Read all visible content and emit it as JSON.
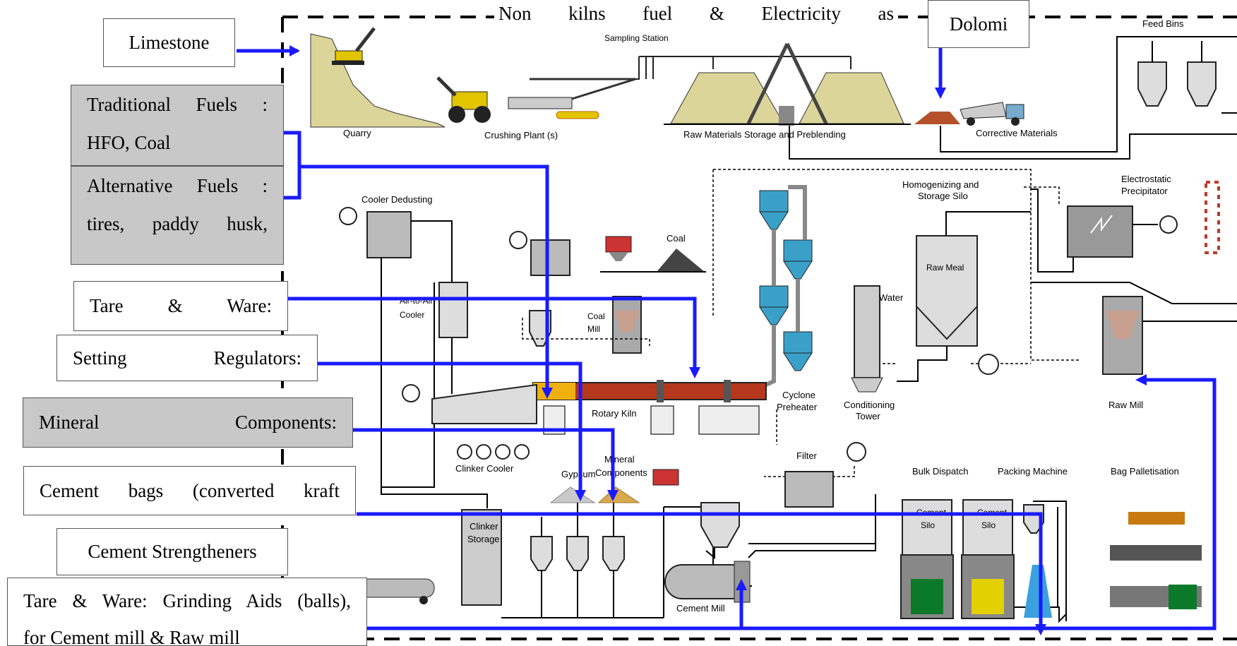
{
  "top_note": {
    "text": "Non kilns fuel & Electricity as"
  },
  "inputs": {
    "limestone": "Limestone",
    "dolomite": "Dolomi",
    "traditional_fuels": [
      "Traditional Fuels :",
      "HFO, Coal"
    ],
    "alternative_fuels": [
      "Alternative Fuels :",
      "tires, paddy husk,"
    ],
    "tare_ware": "Tare & Ware:",
    "setting_regulators": "Setting Regulators:",
    "mineral_components": "Mineral Components:",
    "cement_bags": "Cement bags (converted kraft",
    "cement_strengtheners": "Cement Strengtheners",
    "grinding_aids": [
      "Tare & Ware: Grinding Aids (balls),",
      "for Cement mill & Raw mill"
    ]
  },
  "plant_labels": {
    "quarry": "Quarry",
    "crushing": "Crushing Plant (s)",
    "sampling": "Sampling Station",
    "raw_storage": "Raw Materials Storage and Preblending",
    "corrective": "Corrective Materials",
    "feed_bins": "Feed Bins",
    "cooler_dedusting": "Cooler Dedusting",
    "coal": "Coal",
    "homogenizing": [
      "Homogenizing and",
      "Storage Silo"
    ],
    "electrostatic": [
      "Electrostatic",
      "Precipitator"
    ],
    "air_cooler": [
      "Air-to-Air",
      "Cooler"
    ],
    "coal_mill": [
      "Coal",
      "Mill"
    ],
    "water": "Water",
    "raw_meal": "Raw Meal",
    "rotary_kiln": "Rotary Kiln",
    "cyclone": [
      "Cyclone",
      "Preheater"
    ],
    "conditioning": [
      "Conditioning",
      "Tower"
    ],
    "raw_mill": "Raw Mill",
    "clinker_cooler": "Clinker Cooler",
    "gypsum": "Gypsum",
    "mineral_components_plant": [
      "Mineral",
      "Components"
    ],
    "filter": "Filter",
    "bulk_dispatch": "Bulk Dispatch",
    "packing_machine": "Packing Machine",
    "bag_palletisation": "Bag Palletisation",
    "clinker_storage": [
      "Clinker",
      "Storage"
    ],
    "cement_silo": [
      "Cement",
      "Silo"
    ],
    "cement_mill": "Cement Mill"
  },
  "colors": {
    "flow": "#1a1aff",
    "grey_box": "#c8c8c8",
    "kiln": "#b5371c",
    "cyclone": "#3aa0c8"
  }
}
